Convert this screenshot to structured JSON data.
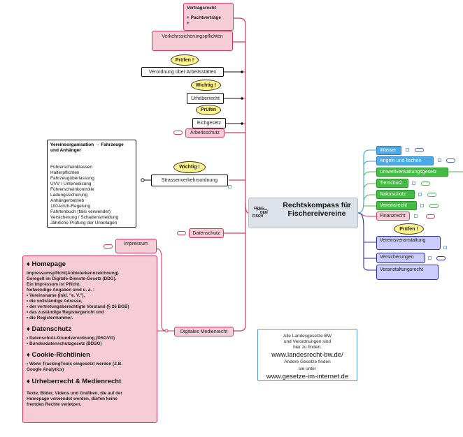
{
  "center": {
    "title": "Rechtskompass für Fischereivereine",
    "logo": [
      "FRAG",
      "DEN",
      "FISCH"
    ]
  },
  "left": {
    "vertragsrecht": {
      "title": "Vertragsrecht",
      "items": [
        "+ Pachtverträge",
        "+"
      ]
    },
    "verkehrssicherung": "Verkehrssicherungspflichten",
    "arbeitsstaetten": {
      "label": "Verordnung über Arbeitsstätten",
      "badge": "Prüfen !"
    },
    "urheberrecht": {
      "label": "Urheberrecht",
      "badge": "Wichtig !"
    },
    "eichgesetz": {
      "label": "Eichgesetz",
      "badge": "Prüfen"
    },
    "arbeitsschutz": "Arbeitsschutz",
    "strassenverkehr": {
      "label": "Strassenverkehrsordnung",
      "badge": "Wichtig !"
    },
    "vereinsorg": {
      "heading": "Vereinsorganisation → Fahrzeuge und Anhänger",
      "items": [
        "Führerscheinklassen",
        "Halterpflichten",
        "Fahrzeugüberlassung",
        "UVV / Unterweisung",
        "Führerscheinkontrolle",
        "Ladungssicherung",
        "Anhängerbetrieb",
        "100-km/h-Regelung",
        "Fahrtenbuch (falls verwendet)",
        "Versicherung / Schadensmeldung",
        "Jährliche Prüfung der Unterlagen"
      ]
    },
    "datenschutz": "Datenschutz",
    "impressum": "Impressum",
    "digitales": "Digitales Medienrecht"
  },
  "note": {
    "homepage_h": "♦ Homepage",
    "homepage_p": [
      "Impressumspflicht(Anbieterkennzeichnung)",
      "Geregelt im  Digitale-Dienste-Gesetz (DDG).",
      "Ein Impressum ist Pflicht.",
      "Notwendige Angaben sind u. a. :",
      "• Vereinsname (inkl. \"e. V.\"),",
      "• die vollständige Adresse,",
      "• der vertretungsberechtigte Vorstand (§ 26 BGB)",
      "• das zuständige Registergericht und",
      "• die Registernummer."
    ],
    "datenschutz_h": "♦ Datenschutz",
    "datenschutz_p": [
      "• Datenschutz-Grundverordnung (DSGVO)",
      "• Bundesdatenschutzgesetz (BDSG)"
    ],
    "cookie_h": "♦ Cookie-Richtlinien",
    "cookie_p": [
      "• Wenn TrackingTools eingesetzt werden (Z.B.",
      "Google Analytics)"
    ],
    "urheber_h": "♦ Urheberrecht & Medienrecht",
    "urheber_p": [
      "Texte, Bilder, Videos und Grafiken, die auf der",
      "Homepage verwendet werden, dürfen keine",
      "fremden Rechte verletzen."
    ]
  },
  "info": {
    "line1": "Alle Landesgesetze BW",
    "line2": "und Verordnungen sind",
    "line3": "hier zu finden.",
    "url1": "www.landesrecht-bw.de/",
    "line4": "Andere Gesetze finden",
    "line5": "sie unter",
    "url2": "www.gesetze-im-internet.de"
  },
  "right": {
    "wasser": "Wasser",
    "angeln": "Angeln und fischen",
    "umwelt": "Umweltverwaltungsgesetz",
    "tierschutz": "Tierschutz",
    "naturschutz": "Naturschutz",
    "vereinsrecht": "Vereinsrecht",
    "finanzrecht": "Finanzrecht",
    "vereinsveranstaltung": {
      "label": "Vereinsveranstaltung",
      "badge": "Prüfen !"
    },
    "versicherungen": "Versicherungen",
    "veranstaltungsrecht": "Veranstaltungsrecht"
  },
  "colors": {
    "pink": "#f6cdd6",
    "pink_border": "#d23a62",
    "blue": "#4ba9e7",
    "green": "#44bb44",
    "lavender": "#ccccff",
    "navy": "#2b2bb0",
    "yellow": "#fff48a"
  }
}
